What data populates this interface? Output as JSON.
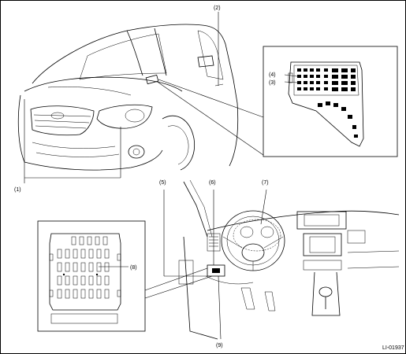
{
  "callouts": {
    "c1": "(1)",
    "c2": "(2)",
    "c3": "(3)",
    "c4": "(4)",
    "c5": "(5)",
    "c6": "(6)",
    "c7": "(7)",
    "c8": "(8)",
    "c9": "(9)"
  },
  "figure_ref": "LI-01937"
}
